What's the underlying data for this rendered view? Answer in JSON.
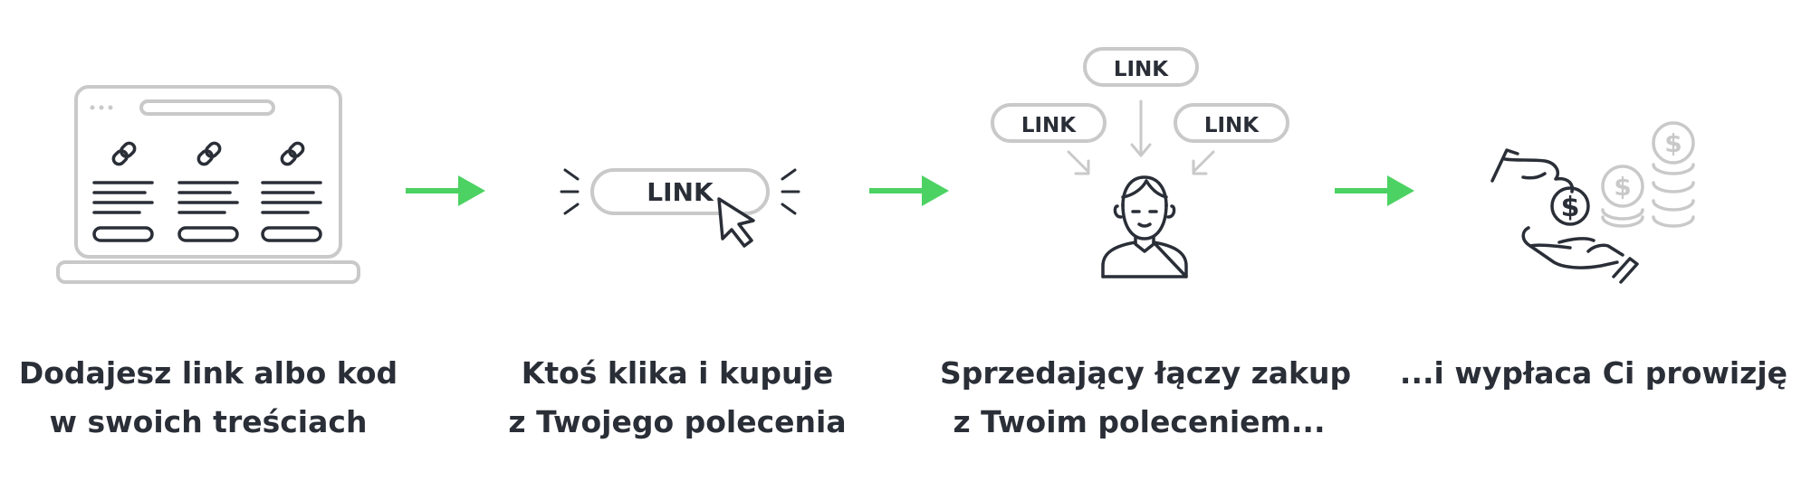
{
  "colors": {
    "accent": "#4cd263",
    "outline_gray": "#c9c9c9",
    "dark": "#2a2e37"
  },
  "steps": [
    {
      "icon": "laptop-links-icon",
      "line1": "Dodajesz link albo kod",
      "line2": "w swoich treściach"
    },
    {
      "icon": "link-click-icon",
      "button_label": "LINK",
      "line1": "Ktoś klika i kupuje",
      "line2": "z Twojego polecenia"
    },
    {
      "icon": "seller-links-icon",
      "link_labels": [
        "LINK",
        "LINK",
        "LINK"
      ],
      "line1": "Sprzedający łączy zakup",
      "line2": "z Twoim poleceniem..."
    },
    {
      "icon": "hands-money-icon",
      "line1": "...i wypłaca Ci prowizję",
      "line2": ""
    }
  ]
}
